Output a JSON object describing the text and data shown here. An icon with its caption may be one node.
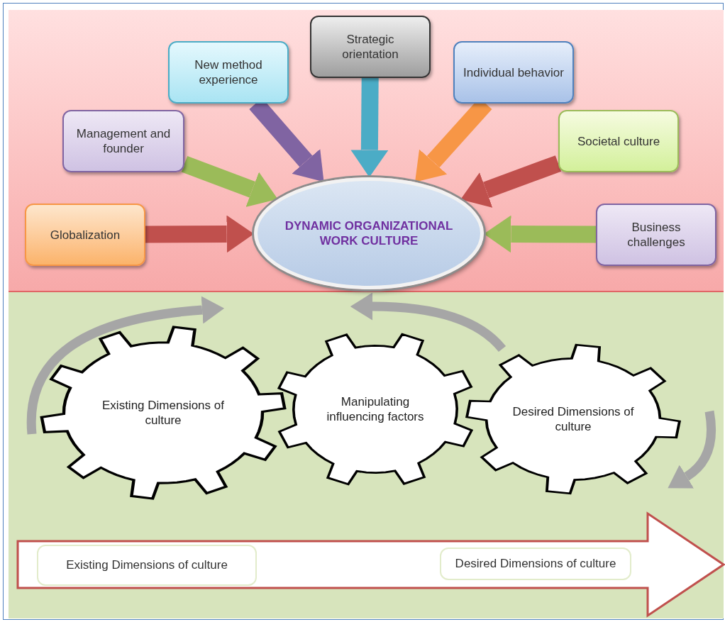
{
  "diagram": {
    "nodes": [
      {
        "text": [],
        "shape": "box"
      },
      {
        "text": [
          "Globalization"
        ],
        "in": 0
      },
      {
        "text": [
          "Management and founder"
        ],
        "in": 0
      },
      {
        "text": [
          "New method experience"
        ],
        "in": 0
      },
      {
        "text": [
          "Strategic orientation"
        ],
        "in": 0
      },
      {
        "text": [
          "Individual behavior"
        ],
        "in": 0
      },
      {
        "text": [
          "Societal culture"
        ],
        "in": 0
      },
      {
        "text": [
          "Business challenges"
        ],
        "in": 0
      },
      {
        "text": [
          "DYNAMIC ORGANIZATIONAL WORK CULTURE"
        ],
        "in": 0
      },
      {
        "text": [],
        "shape": "box"
      },
      {
        "text": [
          "Existing Dimensions of culture"
        ],
        "in": 9
      },
      {
        "text": [
          "Manipulating influencing factors"
        ],
        "in": 9
      },
      {
        "text": [
          "Desired Dimensions of culture"
        ],
        "in": 9
      },
      {
        "text": [
          "Existing Dimensions of culture"
        ],
        "in": 9
      },
      {
        "text": [
          "Desired Dimensions of culture"
        ],
        "in": 9
      }
    ],
    "edges": [
      {
        "from": 1,
        "to": 8,
        "arrow": "to",
        "color": "#c0504d"
      },
      {
        "from": 2,
        "to": 8,
        "arrow": "to",
        "color": "#9bbb59"
      },
      {
        "from": 3,
        "to": 8,
        "arrow": "to",
        "color": "#8064a2"
      },
      {
        "from": 4,
        "to": 8,
        "arrow": "to",
        "color": "#4bacc6"
      },
      {
        "from": 5,
        "to": 8,
        "arrow": "to",
        "color": "#f79646"
      },
      {
        "from": 6,
        "to": 8,
        "arrow": "to",
        "color": "#c0504d"
      },
      {
        "from": 7,
        "to": 8,
        "arrow": "to",
        "color": "#9bbb59"
      },
      {
        "from": 13,
        "to": 14,
        "arrow": "to",
        "color": "#c0504d"
      }
    ]
  }
}
